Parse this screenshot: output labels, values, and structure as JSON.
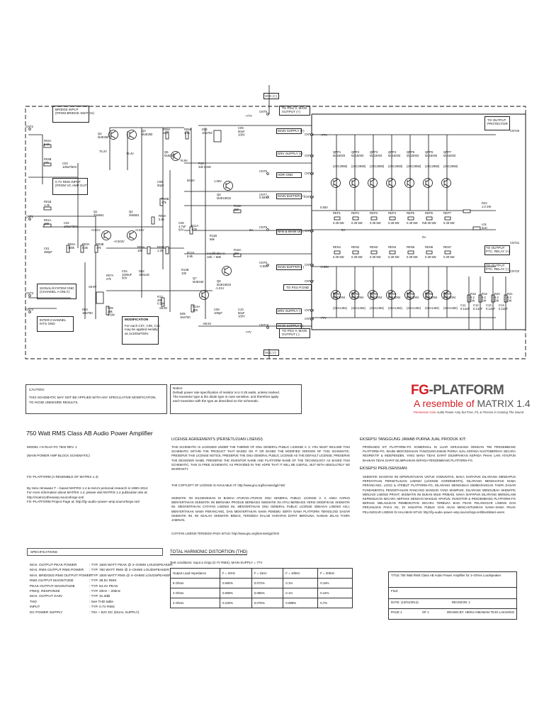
{
  "schematic": {
    "connectors": {
      "cnt1": "CNT1",
      "cnt2": "CNT2",
      "cnt3": "CNT3",
      "cnt4": "CNT4",
      "cnt5": "CNT5",
      "cnt6": "CNT6",
      "cnt7": "CNT7",
      "cnt8": "CNT8",
      "cnt9": "CNT9",
      "cnt10": "CNT10",
      "cnt11": "CNT11",
      "cnt12": "CNT12",
      "cnt13": "CNT13",
      "cnt14": "CNT14",
      "cnt15": "CNT15",
      "cnt16": "CNT16",
      "cnt17": "CNT17",
      "cnt18": "CNT18",
      "cnt19": "CNT19",
      "cnt20": "CNT20",
      "cnt21": "CNT21",
      "cnt22": "CNT22"
    },
    "notes": {
      "bridge_input": "BRIDGE INPUT\n(FROM BRIDGE SWITCH)",
      "rms_input": "0.7V RMS INPUT\n(FROM VC AMP OUT)",
      "signal_gnd": "SIGNAL/SYSTEM GND\n(CHANNEL A ONLY)",
      "inter_channel": "INTER-CHANNEL\nKITS GND",
      "modification_title": "MODIFICATION",
      "modification_body": "For each C07, C09, C10\nmay be applied serially\nas 2x100uF/50V.",
      "vcc_top": "VCC (+)",
      "vcc_bottom": "VCC (-)",
      "psu_main_pos": "TO PSU V. MAIN\nOUTPUT (+)",
      "psu_gnd": "TO PSU P.GND",
      "psu_main_neg": "TO PSU V. MAIN\nOUTPUT (-)",
      "main_supply_pos": "MAIN SUPPLY (+)",
      "drv_supply_pos": "DRV SUPPLY (+)",
      "hdr_gnd": "HDR GND",
      "main_buffer_pos": "MAIN BUFFER (+)",
      "nfb_main_out": "NFB & MAIN OUT",
      "main_buffer_neg": "MAIN BUFFER (-)",
      "drv_supply_neg": "DRV SUPPLY (-)",
      "main_supply_neg": "MAIN SUPPLY (-)",
      "to_output_protector": "TO OUTPUT\nPROTECTOR",
      "ptc_relay_pos": "TO OUTPUT\nPTC. RELAY (+)",
      "ptc_relay_neg": "TO OUTPUT\nPTC. RELAY (-)",
      "modifiable": "modifiable in\n10k ~ 68k"
    },
    "voltages": {
      "p77": "+77V",
      "n77": "-77V",
      "p77b": "+77V",
      "n77b": "-77V",
      "v752": "75.2V",
      "v764": "76.4V",
      "v769": "76.9V",
      "v695": "69.5V",
      "v105": "1.05V",
      "v055": "0.55V",
      "v055b": "0.55V",
      "v0a": "0V",
      "v0b": "0V",
      "vm055": "-0.55V",
      "vm055b": "-0.55V",
      "vm101": "-1.01V",
      "vm685": "-68.5V",
      "vm266": "-26.6V",
      "vm268": "-26.8V",
      "vm001": "~0.01V",
      "vm0012": "~0.01V",
      "vm0023": "~0.023V",
      "v0c": "0V",
      "v0d": "0V"
    },
    "transistors_top": [
      {
        "name": "QPP1",
        "part": "MJ15003",
        "alt": "(2SC2858)"
      },
      {
        "name": "QPP2",
        "part": "MJ15003",
        "alt": "(2SC2858)"
      },
      {
        "name": "QPP3",
        "part": "MJ15003",
        "alt": "(2SC2858)"
      },
      {
        "name": "QPP4",
        "part": "MJ15003",
        "alt": "(2SC2858)"
      },
      {
        "name": "QPP5",
        "part": "MJ15003",
        "alt": "(2SC2858)"
      },
      {
        "name": "QPP6",
        "part": "MJ15003",
        "alt": "(2SC2858)"
      },
      {
        "name": "QPP7",
        "part": "MJ15003",
        "alt": "(2SC2858)"
      }
    ],
    "emitter_top": [
      {
        "name": "REP1",
        "val": "0.39 5W"
      },
      {
        "name": "REP2",
        "val": "0.39 5W"
      },
      {
        "name": "REP3",
        "val": "0.39 5W"
      },
      {
        "name": "REP4",
        "val": "0.39 5W"
      },
      {
        "name": "REP5",
        "val": "0.39 5W"
      },
      {
        "name": "REP6",
        "val": "0.39 5W"
      },
      {
        "name": "REP7",
        "val": "0.39 5W"
      }
    ],
    "emitter_bottom": [
      {
        "name": "REN1",
        "val": "0.39 5W"
      },
      {
        "name": "REN2",
        "val": "0.39 5W"
      },
      {
        "name": "REN3",
        "val": "0.39 5W"
      },
      {
        "name": "REN4",
        "val": "0.39 5W"
      },
      {
        "name": "REN5",
        "val": "0.39 5W"
      },
      {
        "name": "REN6",
        "val": "0.39 5W"
      },
      {
        "name": "REN7",
        "val": "0.39 5W"
      }
    ],
    "transistors_bottom": [
      {
        "name": "QPN1",
        "part": "MJ15004",
        "alt": "(2SA1494)"
      },
      {
        "name": "QPN2",
        "part": "MJ15004",
        "alt": "(2SA1494)"
      },
      {
        "name": "QPN3",
        "part": "MJ15004",
        "alt": "(2SA1494)"
      },
      {
        "name": "QPN4",
        "part": "MJ15004",
        "alt": "(2SA1494)"
      },
      {
        "name": "QPN5",
        "part": "MJ15004",
        "alt": "(2SA1494)"
      },
      {
        "name": "QPN6",
        "part": "MJ15004",
        "alt": "(2SA1494)"
      },
      {
        "name": "QPN7",
        "part": "MJ15004",
        "alt": "(2SA1494)"
      }
    ],
    "components": {
      "r04a": "R04A\n5.6k",
      "r04b": "R04B\n47k",
      "c03": "C03\n100uF/50V",
      "r01b": "R01B\n1.2k",
      "r01a": "R01A\n100",
      "c02": "C02\n100uF/50V",
      "c01": "C01\n390pF",
      "r02a": "R02A\n100k",
      "r03a": "R03A\n5.6k",
      "r03b": "R03B\n47k",
      "q1": "Q1\n2N5551",
      "q2": "Q2\n2N5551",
      "q4": "Q4\nMJE350",
      "q3": "Q3\nMJE350",
      "r08a": "R08A\n100",
      "r05b": "R05B\n1.2k",
      "d04": "D04\n1N4753",
      "c09": "C09\n50uF\n100V",
      "q5": "Q5\nMJE350",
      "q6": "Q6\nMJE15032",
      "r10": "R10\n33k 0.5W",
      "c05": "C05\n50pF",
      "r06b": "R06B\n47k",
      "r05a": "R05A\n5.6k",
      "c06": "C06\n4.7uF\n50V",
      "r11a": "R11A\n1.2k",
      "r11b": "R11B\n68k",
      "r12a": "R12A\n6.8k",
      "r15a": "R15A\n150",
      "r16a": "R16A\n150",
      "r06a": "R06A\n100",
      "r09b": "R09B\n1.2k",
      "r12b": "R12B\n100",
      "q8": "Q8\nMJE15033",
      "c04": "C04\n1000uF\n50V",
      "d02": "D02\n1N4148",
      "r07a": "R07A\n27k",
      "q7": "Q7\nMJE340",
      "d03": "D03\n1N4750",
      "r09": "R09\n28k\n0.5W",
      "r13": "R13\n39k\n0.5W",
      "d05": "D05\n1N4750",
      "r14a": "R14A\n100",
      "c08": "C08\n100pF",
      "c10": "C10\n50uF\n100V",
      "r22": "R22\n1.0 2W",
      "l01": "L01\n3uH",
      "r18": "R18\n8.2\n2W",
      "r19": "R19\n8.2\n2W",
      "r20": "R20\n8.2\n2W",
      "r21": "R21\n8.2\n2W",
      "c11": "C11\n0.12uF",
      "c12": "C12\n0.12uF",
      "c13": "C13\n0.12uF",
      "c14": "C14\n0.12uF"
    }
  },
  "caution": {
    "title": "CAUTION:",
    "text": "THIS SCHEMATIC MAY NOT BE APPLIED WITH ANY SPECULATIVE MODIFICATION,\nTO AVOID UNDESIRE RESULTS."
  },
  "notice": {
    "title": "Notice:",
    "text": "Default power rate specification of resistor is in 0.25 watts, unless marked.\nThe transistor type & the diode type is case sensitive, and therefore apply\neach transistor with the type as described on the schematic."
  },
  "logo": {
    "brand_fg": "FG",
    "brand_dash": "-",
    "brand_platform": "PLATFORM",
    "subtitle_pre": "A resemble of ",
    "subtitle_matrix": "MATRIX 1.4",
    "tagline_red": "Permissive Gain ",
    "tagline_rest": "Audio Power Amp but Free, Fit, & Finesse in Gaining The Sound"
  },
  "title_block": {
    "title": "750 Watt RMS Class AB Audio Power Amplifier",
    "model": "MODEL I–6 RLVA FG 7502 REV. 1",
    "subtitle": "(MAIN POWER AMP BLOCK SCHEMATIC)",
    "resemble": "FG–PLATFORM (A RESEMBLE OF MATRIX 1.4)",
    "credits": "By Heru Himawan T – based MATRIX 1.4 & Heru's personal research in 1990~2014\nFor more information about MATRIX 1.4, please visit MATRIX 1.4 publication site at:\nhttp://matrix14freeamp.sourceforge.net/\nFG–PLATFORM Project Page at: http://fg–audio–power–amp.sourceforge.net/"
  },
  "license": {
    "title": "LICENSE AGREEMENTS (PERSETUJUAN LISENSI)",
    "p1": "THIS SCHEMATIC IS LICENSED UNDER THE THERMS OF GNU GENERAL PUBLIC LICENSE V. 3. YOU MUST INCLUDE THIS SCHEMATIC WITHIN THE PRODUCT THAT BASED ON IT OR BASED THE MODIFIED VERSION OF THIS SCHEMATIC. PRESERVE THIS LICENSE NOTICE, PRESERVE THE GNU GENERAL PUBLIC LICENSE AS THE DEFAULT LICENSE, PRESERVE THE DESIGNER NAME, PRESERVE THE INVENTOR NAME AND PLATFORM NAME OF THE TECHNOLOGY AS BASED THIS SCHEMATIC. THIS IS FREE SCHEMATIC AS PROVIDED IN THE HOPE THAT IT WILL BE USEFUL, BUT WITH ABSOLUTELY NO WARRANTY.",
    "p2": "THE COPYLEFT OF LICENSE IS AVAILABLE AT: http://www.gnu.org/licenses/gpl.html",
    "p3": "SKEMATIK INI DILISENSIKAN DI BAWAH ATURAN–ATURAN GNU GENERAL PUBLIC LICENSE V. 3. ANDA HARUS MENYERTAKAN SKEMATIK INI BERSAMA PRODUK BERBASIS SKEMATIK INI ATAU BERBASIS VERSI MODIFIKASI SKEMATIK INI. MENYERTAKAN CATATAN LISENSI INI, MENYERTAKAN GNU GENERAL PUBLIC LICENSE SEBAGAI LISENSI ASLI, MENYERTAKAN NAMA PERANCANG, DAN MENYERTAKAN NAMA PENEMU SERTA NAMA PLATFORM TEKNOLOGI DASAR SKEMATIK INI. INI ADALAH SKEMATIK BEBAS, TERSEDIA DALAM HARAPAN DAPAT BERGUNA, NAMUN JELAS TANPA JAMINAN.",
    "p4": "CATATAN LISENSI TERSEDIA PADA SITUS: http://www.gnu.org/licenses/gpl.html"
  },
  "exception": {
    "title": "EKSEPSI TANGGUNG JAWAB PURNA JUAL PRODUK KIT:",
    "p1": "PRODUSEN KIT PLATFORM–FG KOMERSIAL DI LUAR KERJASAMA DENGAN TIM PENGEMBANG PLATFORM–FG, WAJIB MENYEDIAKAN TANGGUNGJAWAB PURNA JUAL KEPADA KUSTOMERNYA SECARA RESPEKTIF & INDEPENDEN, YANG MANA TIDAK DAPAT DILIMPAHKAN KEPADA PIHAK LAIN ATAUPUN BAHKAN TIDAK DAPAT DILIMPAHKAN KEPADA PENGEMBANG PLATFORM–FG.",
    "title2": "EKSEPSI PERLISENSIAN:",
    "p2": "SKEMATIK DIAGRAM INI DIPERUNTUKAN UNTUK KOMUNITAS, MAKA SIAPAPUN DILARANG MENDAPUS PERNYATAAN PERSETUJUAN LISENSI (LICENSE AGREEMENTS), DILARANG MENGHAPUS NAMA PERANCANG, LOGO & ATRIBUT PLATFORM–FG, DILARANG MENGUBAH SEMBARANGAN TANPA DASAR FUNDAMENTAL PENGETAHUAN RANCANG BANGUN YANG MUMPUNI, DILARANG MENGUBAH SKEMATIK MENJADI LISENSI PRIVAT, SKEMATIK INI BUKAN MILIK PRIBADI, MAKA SIAPAPUN DILARANG MENGKLAIM KEPEMILIKAN SECARA SEPIHAK DENGAN MAKSUD APAPUN. INVENTOR & PENGEMBANG PLATFORM–FG BERHAK MELAKUKAN PEMBOKOTAN SECARA TERBUKA BAGI PIHAK PELANGGAR LISENSI DAN PERJANJIAN PAKAI INI, DI HADAPAN PUBLIK DAN AKAN MENCANTUMKAN NAMA–NAMA PIHAK PELANGGAR LISENSI DI HALAMAN SITUS: http://fg–audio–power–amp.sourceforge.net/blacklisted–users"
  },
  "specifications": {
    "title": "SPECIFICATIONS",
    "rows": [
      {
        "k": "MAX. OUTPUT PEAK POWER",
        "v": ": TYP. 1500 WATT PEAK @ 2–OHMS LOUDSPEAKER"
      },
      {
        "k": "MAX. RMS OUTPUT RMS POWER",
        "v": ": TYP. 750 WATT RMS @ 2–OHMS LOUDSPEAKER"
      },
      {
        "k": "MAX. BRIDGED RMS OUTPUT POWER",
        "v": ": TYP. 1500 WATT RMS @ 4–OHMS LOUDSPEAKER"
      },
      {
        "k": "RMS OUTPUT MAGNITUDE",
        "v": ": TYP. 38.5V RMS"
      },
      {
        "k": "PEAK OUTPUT MAGNITUDE",
        "v": ": TYP. 54.4V PEAK"
      },
      {
        "k": "FREQ. RESPONSE",
        "v": ": TYP. 20Hz – 20kHz"
      },
      {
        "k": "MAX. OUTPUT GAIN",
        "v": ": TYP. 31.3dB"
      },
      {
        "k": "THD",
        "v": ": See THD table"
      },
      {
        "k": "INPUT",
        "v": ": TYP. 0.7V RMS"
      },
      {
        "k": "DC POWER SUPPLY",
        "v": ": 75V ~ 82V DC (DUAL SUPPLY)"
      }
    ]
  },
  "thd": {
    "title": "TOTAL HARMONIC DISTORTION (THD)",
    "conditions": "Test conditions: input ≥ 2Vpp (0.7V RMS), MAIN SUPPLY = 77V",
    "header": [
      "Output Load Impedance",
      "F = 20Hz",
      "F = 1kHz",
      "F = 10kHz",
      "F = 20kHz"
    ],
    "rows": [
      [
        "8 Ohms",
        "0.090%",
        "0.072%",
        "0.1%",
        "0.18%"
      ],
      [
        "4 Ohms",
        "0.098%",
        "0.085%",
        "0.1%",
        "0.44%"
      ],
      [
        "2 Ohms",
        "0.100%",
        "0.075%",
        "0.088%",
        "0.7%"
      ]
    ]
  },
  "drawing_info": {
    "title": "TITLE 750 Watt RMS Class AB Audio Power Amplifier for 2–Ohms Loudspeaker",
    "file": "FILE:",
    "date": "DATE: (12/01/2014)",
    "revision": "REVISION:  1",
    "page": "PAGE 1",
    "of": "OF 1",
    "drawn": "DRAWN BY: HERU HIMAWAN TEJO LAKSONO"
  }
}
